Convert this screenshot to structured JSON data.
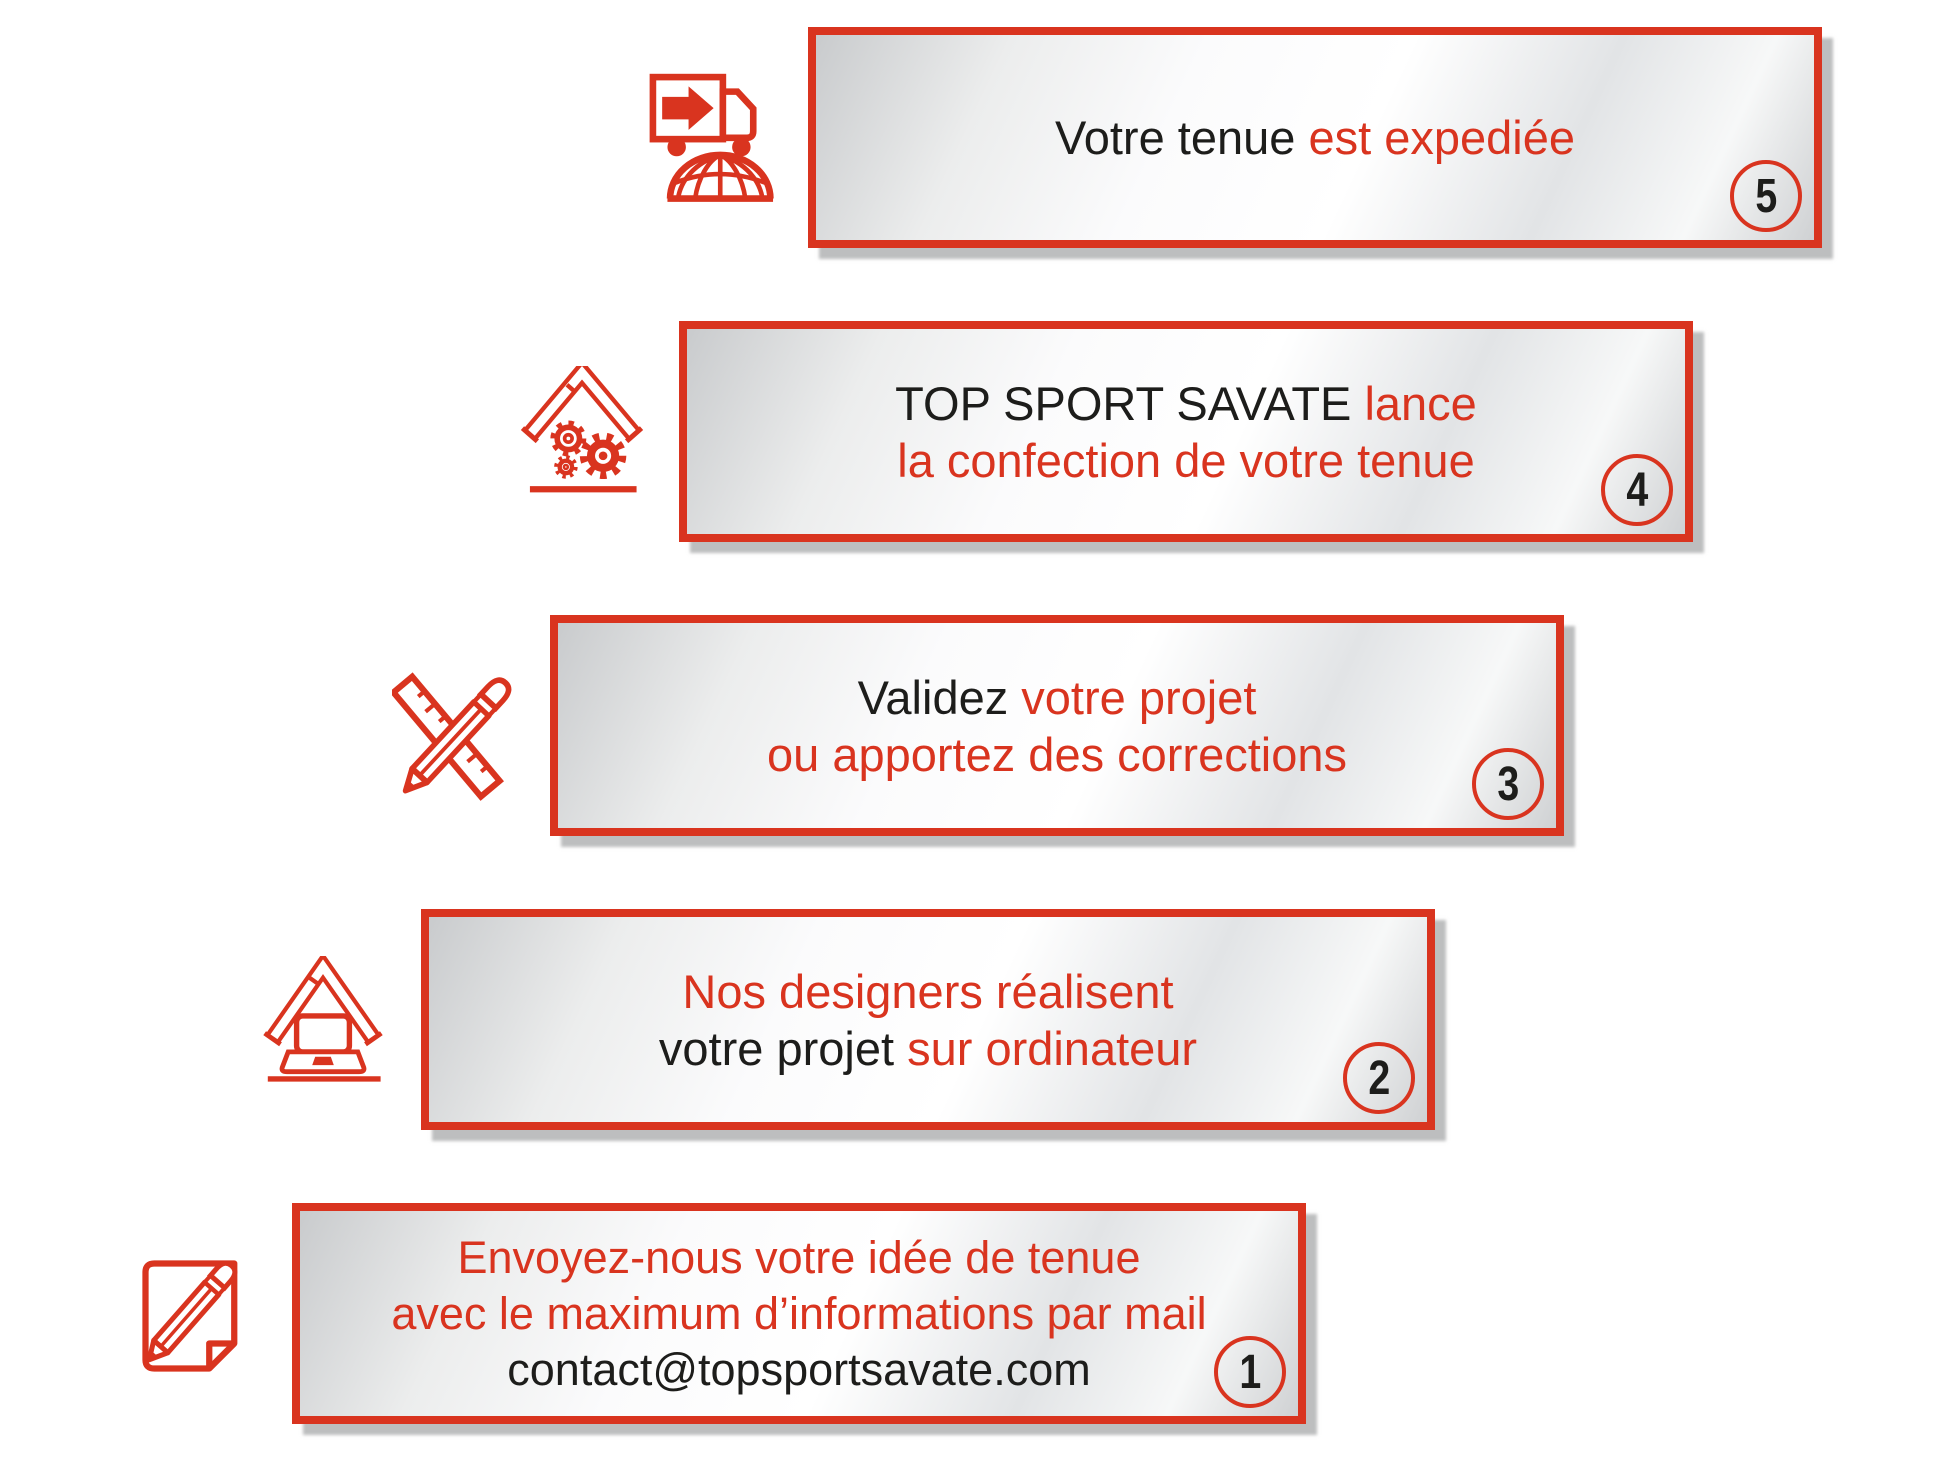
{
  "colors": {
    "accent_red": "#d9341f",
    "text_black": "#1d1d1b",
    "bar_silver_light": "#ffffff",
    "bar_silver_dark": "#c9cbcd",
    "shadow_gray": "#9b9d9f"
  },
  "steps": [
    {
      "number": "1",
      "icon": "note-pencil-icon",
      "lines": [
        {
          "segments": [
            {
              "text": "Envoyez-nous votre idée de tenue",
              "color": "red"
            }
          ]
        },
        {
          "segments": [
            {
              "text": "avec le maximum d’informations par mail",
              "color": "red"
            }
          ]
        },
        {
          "segments": [
            {
              "text": "contact@topsportsavate.com",
              "color": "black"
            }
          ]
        }
      ]
    },
    {
      "number": "2",
      "icon": "house-laptop-icon",
      "lines": [
        {
          "segments": [
            {
              "text": "Nos designers réalisent",
              "color": "red"
            }
          ]
        },
        {
          "segments": [
            {
              "text": "votre projet",
              "color": "black"
            },
            {
              "text": " sur ordinateur",
              "color": "red"
            }
          ]
        }
      ]
    },
    {
      "number": "3",
      "icon": "pencil-ruler-icon",
      "lines": [
        {
          "segments": [
            {
              "text": "Validez",
              "color": "black"
            },
            {
              "text": " votre projet",
              "color": "red"
            }
          ]
        },
        {
          "segments": [
            {
              "text": "ou apportez des corrections",
              "color": "red"
            }
          ]
        }
      ]
    },
    {
      "number": "4",
      "icon": "house-gears-icon",
      "lines": [
        {
          "segments": [
            {
              "text": "TOP SPORT SAVATE",
              "color": "black"
            },
            {
              "text": " lance",
              "color": "red"
            }
          ]
        },
        {
          "segments": [
            {
              "text": "la confection de votre tenue",
              "color": "red"
            }
          ]
        }
      ]
    },
    {
      "number": "5",
      "icon": "truck-globe-icon",
      "lines": [
        {
          "segments": [
            {
              "text": "Votre tenue",
              "color": "black"
            },
            {
              "text": " est expediée",
              "color": "red"
            }
          ]
        }
      ]
    }
  ]
}
